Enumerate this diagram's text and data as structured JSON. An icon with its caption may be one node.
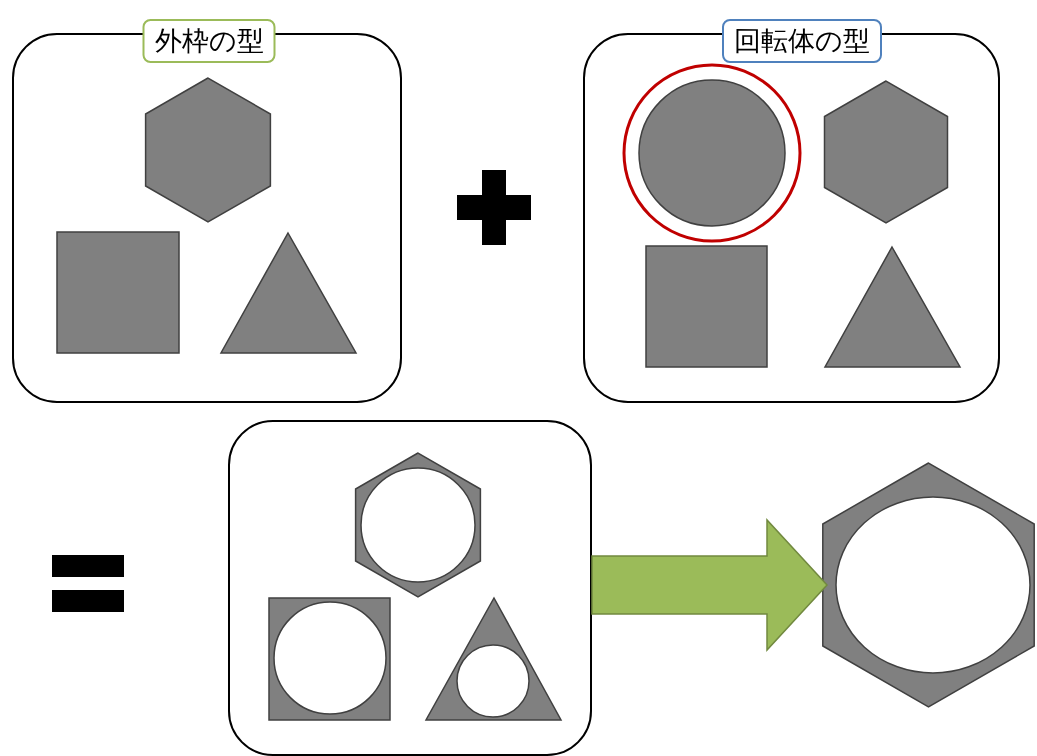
{
  "diagram": {
    "nodes": [
      {
        "text": [
          "外枠の型"
        ]
      },
      {
        "text": [
          "回転体の型"
        ]
      },
      {
        "text": [],
        "shape": "box"
      },
      {
        "text": [],
        "shape": "hexagon"
      }
    ],
    "edges": [
      {
        "from": 2,
        "to": 3,
        "arrow": "to",
        "style": "thick",
        "color": "#9bbb59"
      }
    ]
  }
}
